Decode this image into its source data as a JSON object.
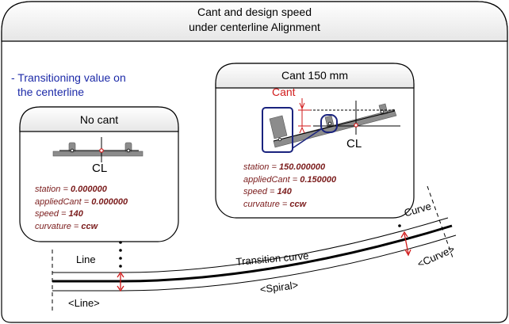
{
  "title": {
    "line1": "Cant and design speed",
    "line2": "under centerline Alignment"
  },
  "note": {
    "line1": "- Transitioning value on",
    "line2": "the centerline"
  },
  "no_cant_panel": {
    "title": "No cant",
    "cl_label": "CL",
    "station": {
      "key": "station = ",
      "value": "0.000000"
    },
    "applied_cant": {
      "key": "appliedCant = ",
      "value": "0.000000"
    },
    "speed": {
      "key": "speed = ",
      "value": "140"
    },
    "curvature": {
      "key": "curvature = ",
      "value": "ccw"
    }
  },
  "cant_panel": {
    "title": "Cant 150 mm",
    "cant_label": "Cant",
    "cl_label": "CL",
    "station": {
      "key": "station = ",
      "value": "150.000000"
    },
    "applied_cant": {
      "key": "appliedCant = ",
      "value": "0.150000"
    },
    "speed": {
      "key": "speed = ",
      "value": "140"
    },
    "curvature": {
      "key": "curvature = ",
      "value": "ccw"
    }
  },
  "alignment": {
    "line_upper": "Line",
    "line_lower": "<Line>",
    "transition_upper": "Transition curve",
    "transition_lower": "<Spiral>",
    "curve_upper": "Curve",
    "curve_lower": "<Curve>"
  },
  "colors": {
    "frame": "#000000",
    "panel_header": "#ececec",
    "note_text": "#1c2aa8",
    "value_text": "#7a1b1b",
    "cant_marker": "#d11a1a",
    "highlight_frame": "#1a237e",
    "car_body": "#8c8c8c"
  }
}
